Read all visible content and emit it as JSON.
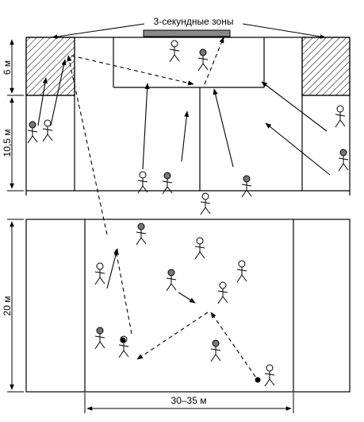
{
  "labels": {
    "zones": "3-секундные зоны",
    "dim_6": "6 м",
    "dim_10_5": "10,5 м",
    "dim_20": "20 м",
    "dim_width": "30–35 м"
  }
}
